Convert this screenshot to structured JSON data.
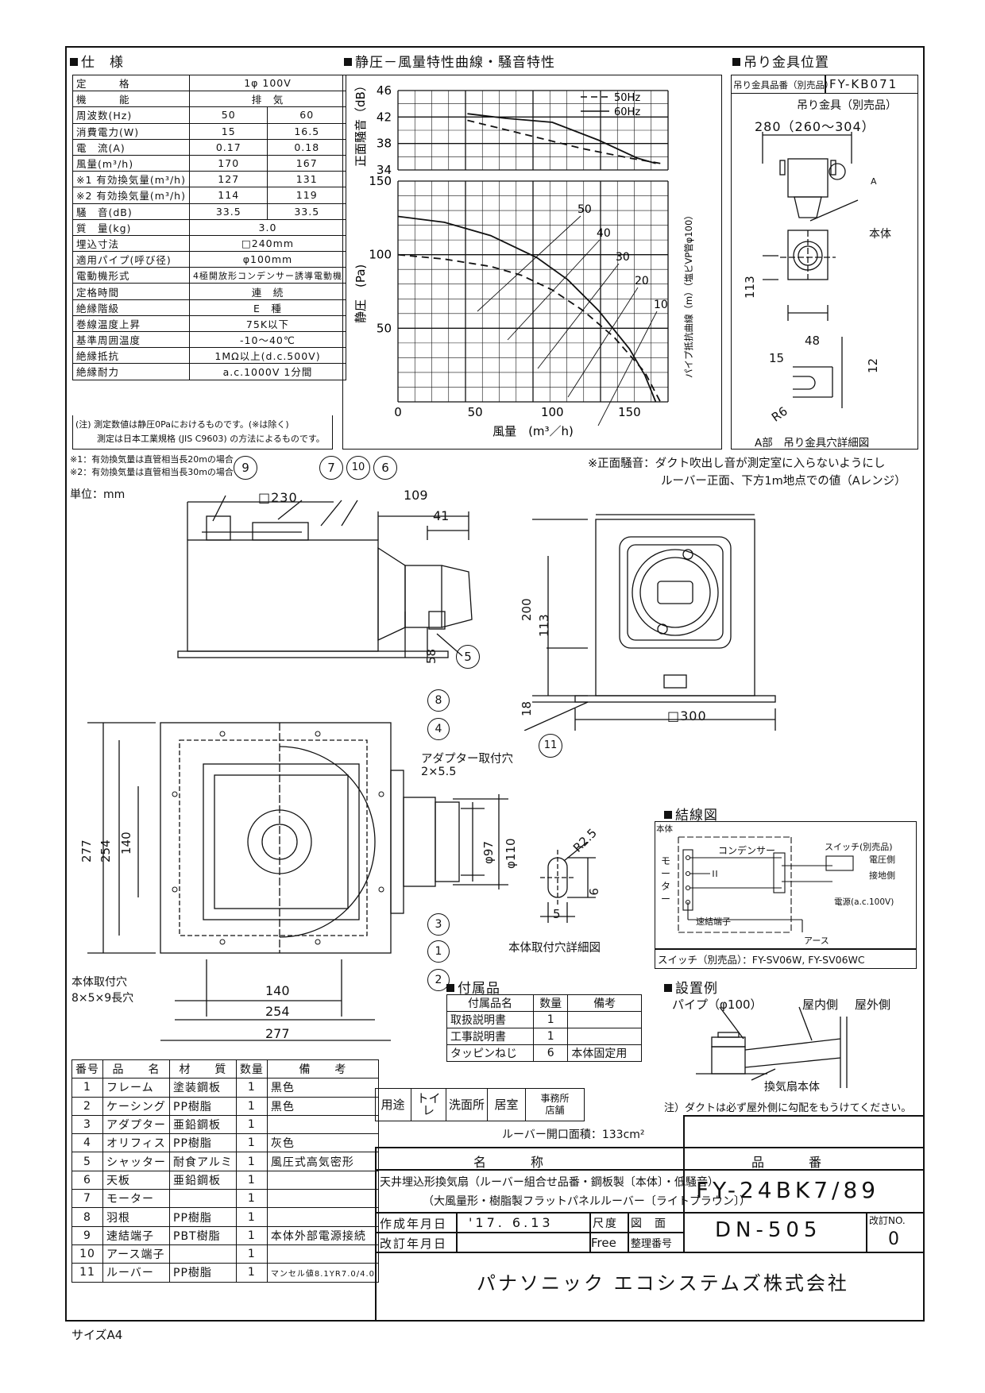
{
  "sections": {
    "spec": "仕　様",
    "chart": "静圧－風量特性曲線・騒音特性",
    "hanger": "吊り金具位置",
    "wiring": "結線図",
    "accessories": "付属品",
    "install": "設置例"
  },
  "spec_rows": [
    [
      "定　　　格",
      "1φ 100V",
      ""
    ],
    [
      "機　　　能",
      "排　気",
      ""
    ],
    [
      "周波数(Hz)",
      "50",
      "60"
    ],
    [
      "消費電力(W)",
      "15",
      "16.5"
    ],
    [
      "電　流(A)",
      "0.17",
      "0.18"
    ],
    [
      "風量(m³/h)",
      "170",
      "167"
    ],
    [
      "※1 有効換気量(m³/h)",
      "127",
      "131"
    ],
    [
      "※2 有効換気量(m³/h)",
      "114",
      "119"
    ],
    [
      "騒　音(dB)",
      "33.5",
      "33.5"
    ],
    [
      "質　量(kg)",
      "3.0",
      ""
    ],
    [
      "埋込寸法",
      "□240mm",
      ""
    ],
    [
      "適用パイプ(呼び径)",
      "φ100mm",
      ""
    ],
    [
      "電動機形式",
      "4極開放形コンデンサー誘導電動機",
      ""
    ],
    [
      "定格時間",
      "連　続",
      ""
    ],
    [
      "絶縁階級",
      "E　種",
      ""
    ],
    [
      "巻線温度上昇",
      "75K以下",
      ""
    ],
    [
      "基準周囲温度",
      "-10～40℃",
      ""
    ],
    [
      "絶縁抵抗",
      "1MΩ以上(d.c.500V)",
      ""
    ],
    [
      "絶縁耐力",
      "a.c.1000V 1分間",
      ""
    ]
  ],
  "spec_note1": "(注) 測定数値は静圧0Paにおけるものです。(※は除く)",
  "spec_note2": "測定は日本工業規格 (JIS C9603) の方法によるものです。",
  "foot_note1": "※1：有効換気量は直管相当長20mの場合",
  "foot_note2": "※2：有効換気量は直管相当長30mの場合",
  "unit": "単位：mm",
  "noise_note1": "※正面騒音：ダクト吹出し音が測定室に入らないようにし",
  "noise_note2": "ルーバー正面、下方1m地点での値（Aレンジ）",
  "chart_data": [
    {
      "type": "line",
      "ylabel": "正面騒音（dB）",
      "ylim": [
        34,
        46
      ],
      "yticks": [
        34,
        38,
        42,
        46
      ],
      "xlim": [
        0,
        175
      ],
      "series": [
        {
          "name": "50Hz",
          "style": "dashed",
          "x": [
            45,
            80,
            120,
            150,
            170
          ],
          "y": [
            41.5,
            39.5,
            37.2,
            35.8,
            35.0
          ]
        },
        {
          "name": "60Hz",
          "style": "solid",
          "x": [
            45,
            70,
            100,
            130,
            155,
            167
          ],
          "y": [
            42.5,
            41.8,
            41.2,
            38.5,
            35.8,
            35.0
          ]
        }
      ]
    },
    {
      "type": "line",
      "xlabel": "風量　(m³／h)",
      "ylabel": "静圧　(Pa)",
      "ylim": [
        0,
        150
      ],
      "yticks": [
        0,
        50,
        100,
        150
      ],
      "xlim": [
        0,
        175
      ],
      "xticks": [
        0,
        50,
        100,
        150
      ],
      "series": [
        {
          "name": "50Hz",
          "style": "dashed",
          "x": [
            0,
            30,
            60,
            80,
            100,
            120,
            140,
            160,
            170
          ],
          "y": [
            100,
            97,
            92,
            86,
            76,
            62,
            44,
            20,
            0
          ]
        },
        {
          "name": "60Hz",
          "style": "solid",
          "x": [
            0,
            30,
            60,
            90,
            110,
            130,
            150,
            160,
            167
          ],
          "y": [
            126,
            122,
            113,
            98,
            83,
            62,
            36,
            18,
            0
          ]
        }
      ],
      "pipe_curve_label": "パイプ抵抗曲線（m）（塩ビVP管φ100）",
      "pipe_curves": [
        "50",
        "40",
        "30",
        "20",
        "10"
      ]
    }
  ],
  "hanger": {
    "part_label": "吊り金具品番（別売品）",
    "part_no": "FY-KB071",
    "bracket_label": "吊り金具（別売品）",
    "dim_top": "280（260～304）",
    "body": "本体",
    "a_mark": "A",
    "d113": "113",
    "d48": "48",
    "d15": "15",
    "d12": "12",
    "r6": "R6",
    "detail": "A部　吊り金具穴詳細図"
  },
  "drawing": {
    "d230": "□230",
    "d109": "109",
    "d41": "41",
    "d58": "58",
    "d200": "200",
    "d113": "113",
    "d18": "18",
    "d300": "□300",
    "d277v": "277",
    "d254v": "254",
    "d140v": "140",
    "d140h": "140",
    "d254h": "254",
    "d277h": "277",
    "phi97": "φ97",
    "phi110": "φ110",
    "r25": "R2.5",
    "d9": "9",
    "d5": "5",
    "adapter_hole": "アダプター取付穴",
    "adapter_hole_dim": "2×5.5",
    "mount_hole": "本体取付穴",
    "mount_hole_dim": "8×5×9長穴",
    "mount_detail": "本体取付穴詳細図",
    "callouts": [
      "1",
      "2",
      "3",
      "4",
      "5",
      "6",
      "7",
      "8",
      "9",
      "10",
      "11"
    ]
  },
  "wiring": {
    "body": "本体",
    "motor": "モーター",
    "condenser": "コンデンサー",
    "switch": "スイッチ(別売品)",
    "live": "電圧側",
    "ground": "接地側",
    "power": "電源(a.c.100V)",
    "terminal": "速結端子",
    "earth": "アース",
    "switch_model": "スイッチ（別売品）：FY-SV06W, FY-SV06WC"
  },
  "accessories": {
    "headers": [
      "付属品名",
      "数量",
      "備考"
    ],
    "rows": [
      [
        "取扱説明書",
        "1",
        ""
      ],
      [
        "工事説明書",
        "1",
        ""
      ],
      [
        "タッピンねじ",
        "6",
        "本体固定用"
      ]
    ]
  },
  "install": {
    "pipe": "パイプ（φ100）",
    "indoor": "屋内側",
    "outdoor": "屋外側",
    "body": "換気扇本体",
    "note": "注）ダクトは必ず屋外側に勾配をもうけてください。"
  },
  "parts": {
    "headers": [
      "番号",
      "品　　名",
      "材　　質",
      "数量",
      "備　　考"
    ],
    "rows": [
      [
        "1",
        "フレーム",
        "塗装鋼板",
        "1",
        "黒色"
      ],
      [
        "2",
        "ケーシング",
        "PP樹脂",
        "1",
        "黒色"
      ],
      [
        "3",
        "アダプター",
        "亜鉛鋼板",
        "1",
        ""
      ],
      [
        "4",
        "オリフィス",
        "PP樹脂",
        "1",
        "灰色"
      ],
      [
        "5",
        "シャッター",
        "耐食アルミ",
        "1",
        "風圧式高気密形"
      ],
      [
        "6",
        "天板",
        "亜鉛鋼板",
        "1",
        ""
      ],
      [
        "7",
        "モーター",
        "",
        "1",
        ""
      ],
      [
        "8",
        "羽根",
        "PP樹脂",
        "1",
        ""
      ],
      [
        "9",
        "速結端子",
        "PBT樹脂",
        "1",
        "本体外部電源接続"
      ],
      [
        "10",
        "アース端子",
        "",
        "1",
        ""
      ],
      [
        "11",
        "ルーバー",
        "PP樹脂",
        "1",
        "マンセル値8.1YR7.0/4.0"
      ]
    ]
  },
  "title_block": {
    "use_label": "用途",
    "uses": [
      "トイレ",
      "洗面所",
      "居室",
      "事務所\n店舗"
    ],
    "louver_area": "ルーバー開口面積：133cm²",
    "name_label": "名　　　称",
    "partno_label": "品　　　番",
    "name_line1": "天井埋込形換気扇（ルーバー組合せ品番・鋼板製〔本体〕・低騒音）",
    "name_line2": "（大風量形・樹脂製フラットパネルルーバー〔ライトブラウン〕）",
    "part_no": "FY-24BK7/89",
    "created_label": "作成年月日",
    "created": "'17. 6.13",
    "revised_label": "改訂年月日",
    "scale_label": "尺度",
    "scale": "Free",
    "drawing_label": "図　面",
    "ref_label": "整理番号",
    "drawing_no": "DN-505",
    "rev_label": "改訂NO.",
    "rev_no": "0",
    "company": "パナソニック エコシステムズ株式会社"
  },
  "size": "サイズA4"
}
